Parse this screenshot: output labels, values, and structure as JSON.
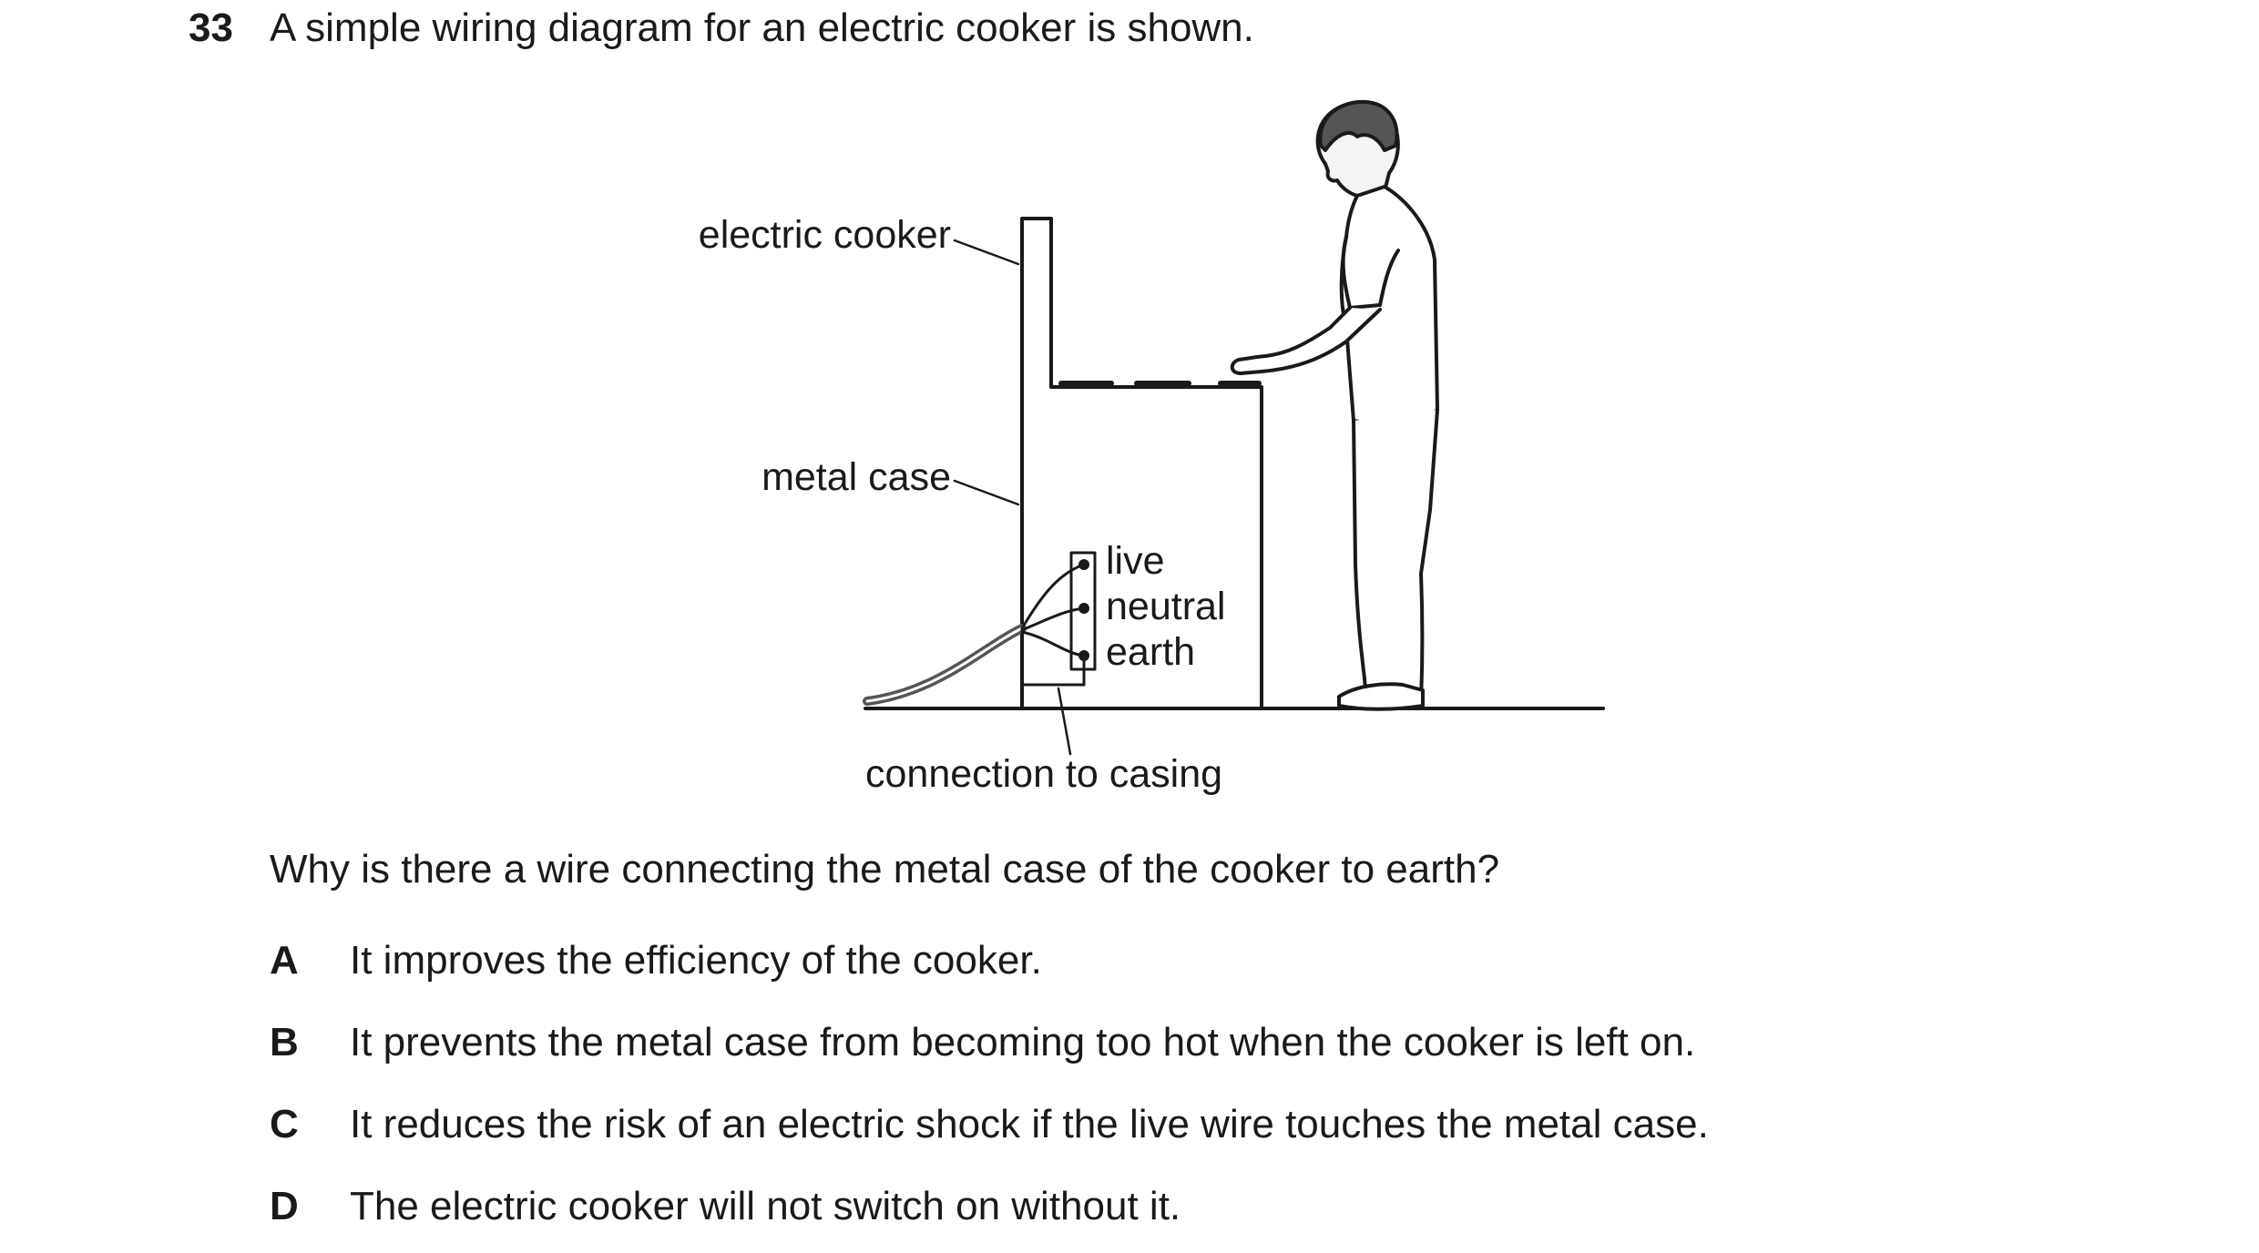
{
  "question": {
    "number": "33",
    "stem": "A simple wiring diagram for an electric cooker is shown.",
    "prompt": "Why is there a wire connecting the metal case of the cooker to earth?"
  },
  "diagram": {
    "labels": {
      "electric_cooker": "electric cooker",
      "metal_case": "metal case",
      "live": "live",
      "neutral": "neutral",
      "earth": "earth",
      "connection": "connection to casing"
    }
  },
  "options": [
    {
      "letter": "A",
      "text": "It improves the efficiency of the cooker."
    },
    {
      "letter": "B",
      "text": "It prevents the metal case from becoming too hot when the cooker is left on."
    },
    {
      "letter": "C",
      "text": "It reduces the risk of an electric shock if the live wire touches the metal case."
    },
    {
      "letter": "D",
      "text": "The electric cooker will not switch on without it."
    }
  ]
}
